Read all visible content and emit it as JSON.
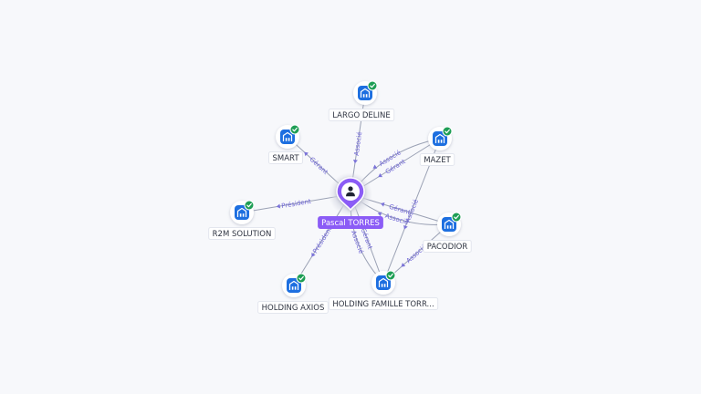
{
  "center": {
    "name": "Pascal TORRES",
    "icon": "person-icon",
    "color": "#8b5cf6"
  },
  "companies": [
    {
      "id": "largo",
      "label": "LARGO DELINE",
      "icon": "building-icon",
      "verified": true
    },
    {
      "id": "smart",
      "label": "SMART",
      "icon": "building-icon",
      "verified": true
    },
    {
      "id": "mazet",
      "label": "MAZET",
      "icon": "building-icon",
      "verified": true
    },
    {
      "id": "r2m",
      "label": "R2M SOLUTION",
      "icon": "building-icon",
      "verified": true
    },
    {
      "id": "pacodior",
      "label": "PACODIOR",
      "icon": "building-icon",
      "verified": true
    },
    {
      "id": "axios",
      "label": "HOLDING AXIOS",
      "icon": "building-icon",
      "verified": true
    },
    {
      "id": "famille",
      "label": "HOLDING FAMILLE TORR...",
      "icon": "building-icon",
      "verified": true
    }
  ],
  "relations": [
    {
      "from": "center",
      "to": "largo",
      "label": "Associé"
    },
    {
      "from": "center",
      "to": "smart",
      "label": "Gérant"
    },
    {
      "from": "center",
      "to": "mazet",
      "label": "Gérant"
    },
    {
      "from": "center",
      "to": "mazet",
      "label": "Associé"
    },
    {
      "from": "center",
      "to": "r2m",
      "label": "Président"
    },
    {
      "from": "center",
      "to": "pacodior",
      "label": "Gérant"
    },
    {
      "from": "center",
      "to": "pacodior",
      "label": "Associé"
    },
    {
      "from": "center",
      "to": "axios",
      "label": "Président"
    },
    {
      "from": "center",
      "to": "famille",
      "label": "Gérant"
    },
    {
      "from": "center",
      "to": "famille",
      "label": "Associé"
    },
    {
      "from": "famille",
      "to": "mazet",
      "label": "Associé"
    },
    {
      "from": "famille",
      "to": "pacodior",
      "label": "Associé"
    }
  ],
  "colors": {
    "building": "#1d6fe0",
    "verified": "#1e9e55",
    "edge_label": "#6d63d6"
  }
}
